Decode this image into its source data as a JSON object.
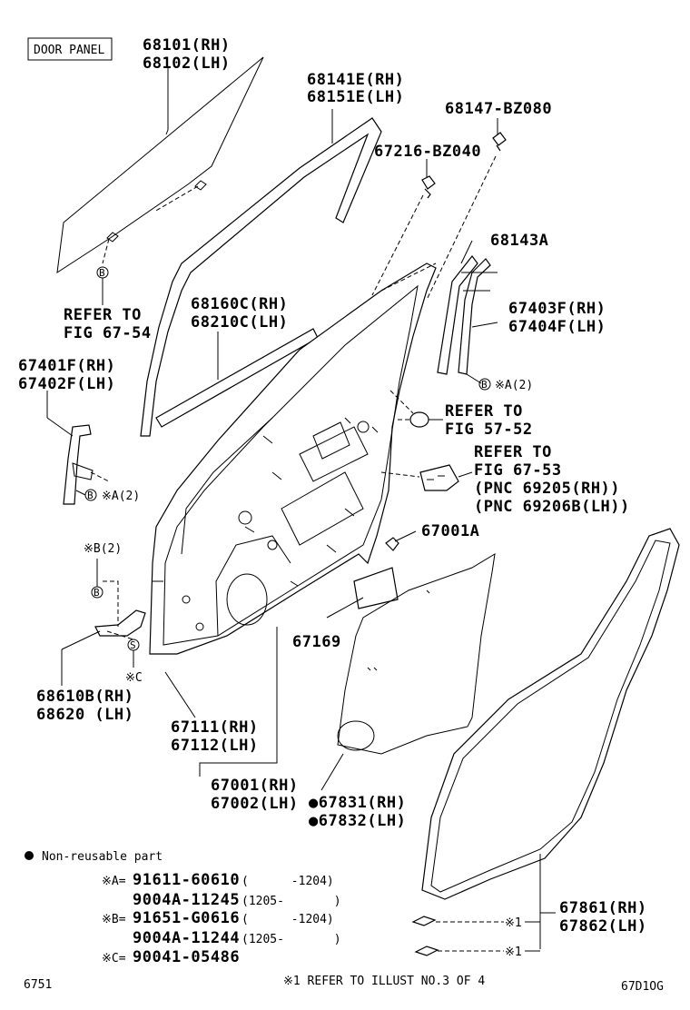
{
  "header": {
    "door_panel_label": "DOOR PANEL"
  },
  "callouts": {
    "glass": [
      "68101(RH)",
      "68102(LH)"
    ],
    "run_channel": [
      "68141E(RH)",
      "68151E(LH)"
    ],
    "clip_top": "68147-BZ080",
    "clip_mid": "67216-BZ040",
    "weatherstrip_a": "68143A",
    "refer_fig_6754": [
      "REFER TO",
      "FIG 67-54"
    ],
    "outer_weatherstrip": [
      "68160C(RH)",
      "68210C(LH)"
    ],
    "division_bar": [
      "67403F(RH)",
      "67404F(LH)"
    ],
    "bracket": [
      "67401F(RH)",
      "67402F(LH)"
    ],
    "refer_fig_5752": [
      "REFER TO",
      "FIG 57-52"
    ],
    "refer_fig_6753": [
      "REFER TO",
      "FIG 67-53",
      "(PNC 69205(RH))",
      "(PNC 69206B(LH))"
    ],
    "hole_cover": "67001A",
    "b2": "※B(2)",
    "a2_left": "※A(2)",
    "a2_right": "※A(2)",
    "seal": "67169",
    "check": [
      "68610B(RH)",
      "68620 (LH)"
    ],
    "c_mark": "※C",
    "hinge": [
      "67111(RH)",
      "67112(LH)"
    ],
    "door_panel": [
      "67001(RH)",
      "67002(LH)"
    ],
    "service_hole_cover": [
      "●67831(RH)",
      "●67832(LH)"
    ],
    "door_weatherstrip": [
      "67861(RH)",
      "67862(LH)"
    ],
    "mark_1a": "※1",
    "mark_1b": "※1",
    "circle_b": "B",
    "circle_s": "S"
  },
  "legend": {
    "non_reusable": "Non-reusable part",
    "rows": [
      {
        "mark": "※A=",
        "part": "91611-60610",
        "range": "(      -1204)"
      },
      {
        "mark": "",
        "part": "9004A-11245",
        "range": "(1205-       )"
      },
      {
        "mark": "※B=",
        "part": "91651-G0616",
        "range": "(      -1204)"
      },
      {
        "mark": "",
        "part": "9004A-11244",
        "range": "(1205-       )"
      },
      {
        "mark": "※C=",
        "part": "90041-05486",
        "range": ""
      }
    ]
  },
  "footer": {
    "left_code": "6751",
    "note": "※1 REFER TO ILLUST NO.3 OF 4",
    "right_code": "67D1OG"
  }
}
